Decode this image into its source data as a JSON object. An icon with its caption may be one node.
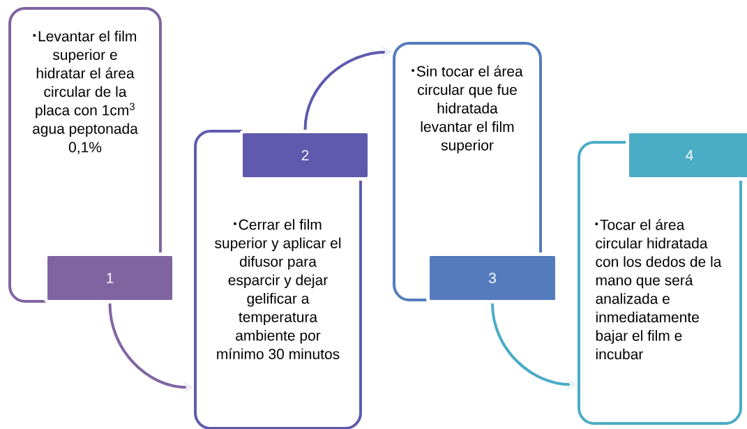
{
  "diagram": {
    "nodes": [
      {
        "text": [
          "Levantar el film superior e hidratar el área circular de la placa con 1cm$^{3}$ agua peptonada 0,1%"
        ]
      },
      {
        "text": [
          "1"
        ]
      },
      {
        "text": [
          "Cerrar el film superior y aplicar el difusor para esparcir y dejar gelificar a temperatura ambiente por mínimo 30 minutos"
        ]
      },
      {
        "text": [
          "2"
        ]
      },
      {
        "text": [
          "Sin tocar el área circular que fue hidratada levantar el film superior"
        ]
      },
      {
        "text": [
          "3"
        ]
      },
      {
        "text": [
          "Tocar el área circular hidratada con los dedos de la mano que será analizada e inmediatamente bajar el film e incubar"
        ]
      },
      {
        "text": [
          "4"
        ]
      }
    ],
    "edges": [
      {
        "from": 1,
        "to": 2,
        "arrow": "to",
        "color": "#8064a2"
      },
      {
        "from": 3,
        "to": 4,
        "arrow": "to",
        "color": "#5f5aad"
      },
      {
        "from": 5,
        "to": 6,
        "arrow": "to",
        "color": "#4bacc6"
      }
    ]
  }
}
